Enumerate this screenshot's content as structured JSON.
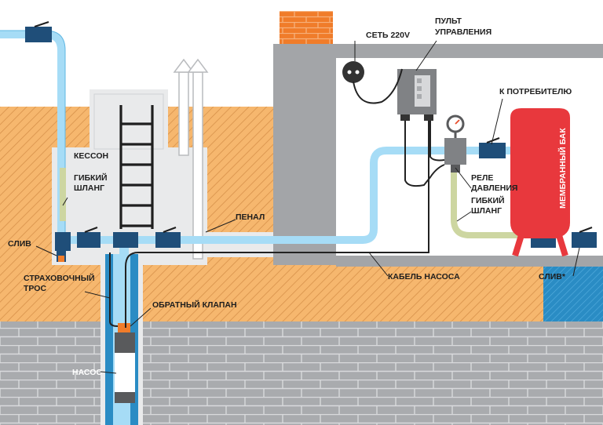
{
  "labels": {
    "network": "СЕТЬ 220V",
    "control_panel_1": "ПУЛЬТ",
    "control_panel_2": "УПРАВЛЕНИЯ",
    "to_consumer": "К ПОТРЕБИТЕЛЮ",
    "caisson": "КЕССОН",
    "flex_hose_left_1": "ГИБКИЙ",
    "flex_hose_left_2": "ШЛАНГ",
    "drain_left": "СЛИВ",
    "casing": "ПЕНАЛ",
    "pressure_relay_1": "РЕЛЕ",
    "pressure_relay_2": "ДАВЛЕНИЯ",
    "flex_hose_right_1": "ГИБКИЙ",
    "flex_hose_right_2": "ШЛАНГ",
    "membrane_tank": "МЕМБРАННЫЙ БАК",
    "safety_rope_1": "СТРАХОВОЧНЫЙ",
    "safety_rope_2": "ТРОС",
    "check_valve": "ОБРАТНЫЙ КЛАПАН",
    "pump_cable": "КАБЕЛЬ НАСОСА",
    "drain_right": "СЛИВ*",
    "pump": "НАСОС"
  },
  "colors": {
    "sky": "#ffffff",
    "soil": "#f6b76e",
    "soil_hatch": "#c98a45",
    "brick_wall": "#a7a9ac",
    "brick_line": "#d7d8da",
    "house_wall": "#a3a5a8",
    "chimney": "#f07c2a",
    "pipe": "#a6dcf6",
    "pipe_dark": "#1d8fc9",
    "valve": "#1f4e79",
    "valve_handle": "#e74c2b",
    "tank": "#e8383d",
    "hose": "#d1d9a5",
    "cable": "#222222",
    "caisson": "#e9eaeb",
    "water": "#2c8fc7"
  }
}
